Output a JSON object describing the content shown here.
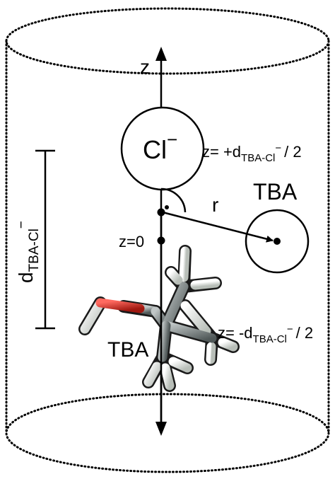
{
  "labels": {
    "z_axis": "z",
    "cl_base": "Cl",
    "cl_charge": "−",
    "z_top_prefix": "z= +d",
    "z_top_sub": "TBA-Cl",
    "z_top_sup": "−",
    "z_top_suffix": "/ 2",
    "r": "r",
    "tba_right": "TBA",
    "z_zero": "z=0",
    "d_base": "d",
    "d_sub": "TBA-Cl",
    "d_sup": "−",
    "z_bottom_prefix": "z= -d",
    "z_bottom_sub": "TBA-Cl",
    "z_bottom_sup": "−",
    "z_bottom_suffix": "/ 2",
    "tba_molecule": "TBA"
  },
  "colors": {
    "stroke": "#000000",
    "oxygen": "#d42a22",
    "carbon": "#8a9090",
    "hydrogen": "#e8ece8"
  }
}
